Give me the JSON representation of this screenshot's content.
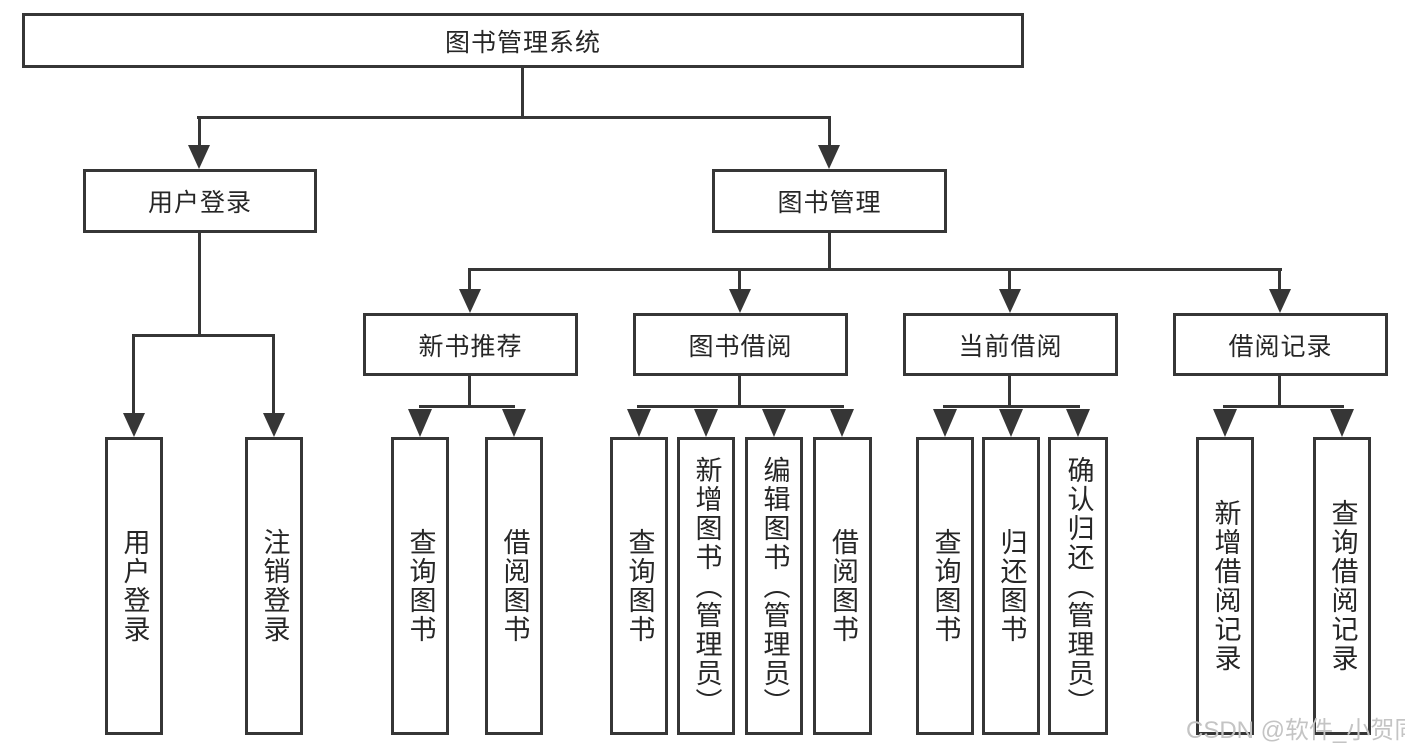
{
  "diagram": {
    "root": {
      "label": "图书管理系统"
    },
    "level2": [
      {
        "label": "用户登录"
      },
      {
        "label": "图书管理"
      }
    ],
    "level3": [
      {
        "label": "新书推荐"
      },
      {
        "label": "图书借阅"
      },
      {
        "label": "当前借阅"
      },
      {
        "label": "借阅记录"
      }
    ],
    "leaves": {
      "user_login": [
        "用户登录",
        "注销登录"
      ],
      "new_books": [
        "查询图书",
        "借阅图书"
      ],
      "book_borrow": [
        "查询图书",
        "新增图书（管理员）",
        "编辑图书（管理员）",
        "借阅图书"
      ],
      "current_borrow": [
        "查询图书",
        "归还图书",
        "确认归还（管理员）"
      ],
      "borrow_records": [
        "新增借阅记录",
        "查询借阅记录"
      ]
    },
    "watermark": "CSDN @软件_小贺同学"
  },
  "colors": {
    "line": "#363636",
    "text": "#262626",
    "bg": "#ffffff",
    "watermark": "#c4c4c4"
  }
}
